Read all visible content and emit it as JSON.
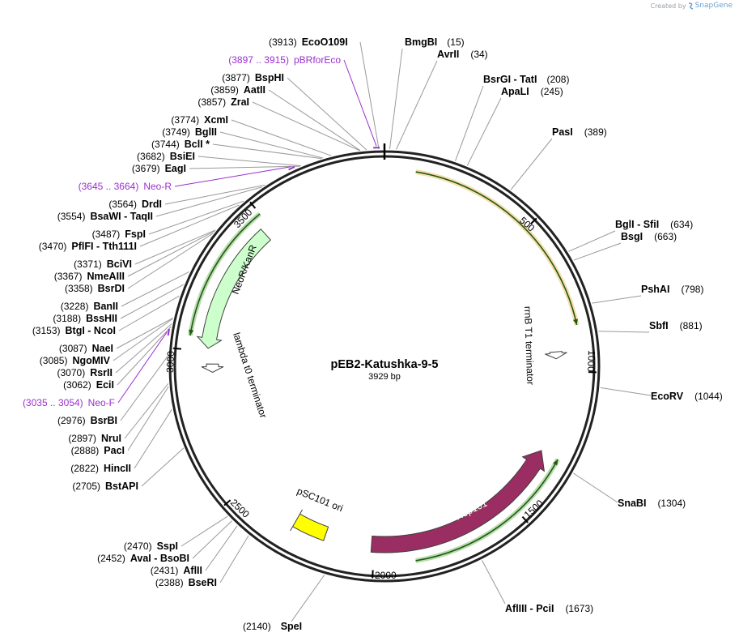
{
  "header": {
    "credit_prefix": "Created by",
    "credit_brand": "SnapGene"
  },
  "plasmid": {
    "name": "pEB2-Katushka-9-5",
    "length_label": "3929 bp",
    "length": 3929
  },
  "ticks": [
    "500",
    "1000",
    "1500",
    "2000",
    "2500",
    "3000",
    "3500"
  ],
  "features": [
    {
      "label": "NeoR/KanR",
      "color": "#ccffcc",
      "stroke": "#404040"
    },
    {
      "label": "lambda t0 terminator",
      "color": "#ffffff",
      "stroke": "#404040"
    },
    {
      "label": "rrnB T1 terminator",
      "color": "#ffffff",
      "stroke": "#404040"
    },
    {
      "label": "Rep101",
      "color": "#9a2d62",
      "stroke": "#404040"
    },
    {
      "label": "pSC101 ori",
      "color": "#ffff00",
      "stroke": "#404040"
    }
  ],
  "colors": {
    "primer": "#9b2fd1",
    "orf_green": "#3a9a1a",
    "orf_orange": "#e8a020"
  },
  "right_sites": [
    {
      "pos": "(3913)",
      "name": "EcoO109I"
    },
    {
      "pos": "(15)",
      "name": "BmgBI"
    },
    {
      "pos": "(34)",
      "name": "AvrII"
    },
    {
      "pos": "(208)",
      "name": "BsrGI  - TatI"
    },
    {
      "pos": "(245)",
      "name": "ApaLI"
    },
    {
      "pos": "(389)",
      "name": "PasI"
    },
    {
      "pos": "(634)",
      "name": "BglI  - SfiI"
    },
    {
      "pos": "(663)",
      "name": "BsgI"
    },
    {
      "pos": "(798)",
      "name": "PshAI"
    },
    {
      "pos": "(881)",
      "name": "SbfI"
    },
    {
      "pos": "(1044)",
      "name": "EcoRV"
    },
    {
      "pos": "(1304)",
      "name": "SnaBI"
    },
    {
      "pos": "(1673)",
      "name": "AflIII  - PciI"
    }
  ],
  "bottom_sites": [
    {
      "pos": "(2140)",
      "name": "SpeI"
    }
  ],
  "left_sites": [
    {
      "pos": "(3897 .. 3915)",
      "name": "pBRforEco",
      "primer": true
    },
    {
      "pos": "(3877)",
      "name": "BspHI"
    },
    {
      "pos": "(3859)",
      "name": "AatII"
    },
    {
      "pos": "(3857)",
      "name": "ZraI"
    },
    {
      "pos": "(3774)",
      "name": "XcmI"
    },
    {
      "pos": "(3749)",
      "name": "BglII"
    },
    {
      "pos": "(3744)",
      "name": "BclI *"
    },
    {
      "pos": "(3682)",
      "name": "BsiEI"
    },
    {
      "pos": "(3679)",
      "name": "EagI"
    },
    {
      "pos": "(3645 .. 3664)",
      "name": "Neo-R",
      "primer": true
    },
    {
      "pos": "(3564)",
      "name": "DrdI"
    },
    {
      "pos": "(3554)",
      "name": "BsaWI  - TaqII"
    },
    {
      "pos": "(3487)",
      "name": "FspI"
    },
    {
      "pos": "(3470)",
      "name": "PflFI  - Tth111I"
    },
    {
      "pos": "(3371)",
      "name": "BciVI"
    },
    {
      "pos": "(3367)",
      "name": "NmeAIII"
    },
    {
      "pos": "(3358)",
      "name": "BsrDI"
    },
    {
      "pos": "(3228)",
      "name": "BanII"
    },
    {
      "pos": "(3188)",
      "name": "BssHII"
    },
    {
      "pos": "(3153)",
      "name": "BtgI  - NcoI"
    },
    {
      "pos": "(3087)",
      "name": "NaeI"
    },
    {
      "pos": "(3085)",
      "name": "NgoMIV"
    },
    {
      "pos": "(3070)",
      "name": "RsrII"
    },
    {
      "pos": "(3062)",
      "name": "EciI"
    },
    {
      "pos": "(3035 .. 3054)",
      "name": "Neo-F",
      "primer": true
    },
    {
      "pos": "(2976)",
      "name": "BsrBI"
    },
    {
      "pos": "(2897)",
      "name": "NruI"
    },
    {
      "pos": "(2888)",
      "name": "PacI"
    },
    {
      "pos": "(2822)",
      "name": "HincII"
    },
    {
      "pos": "(2705)",
      "name": "BstAPI"
    },
    {
      "pos": "(2470)",
      "name": "SspI"
    },
    {
      "pos": "(2452)",
      "name": "AvaI  - BsoBI"
    },
    {
      "pos": "(2431)",
      "name": "AflII"
    },
    {
      "pos": "(2388)",
      "name": "BseRI"
    }
  ]
}
